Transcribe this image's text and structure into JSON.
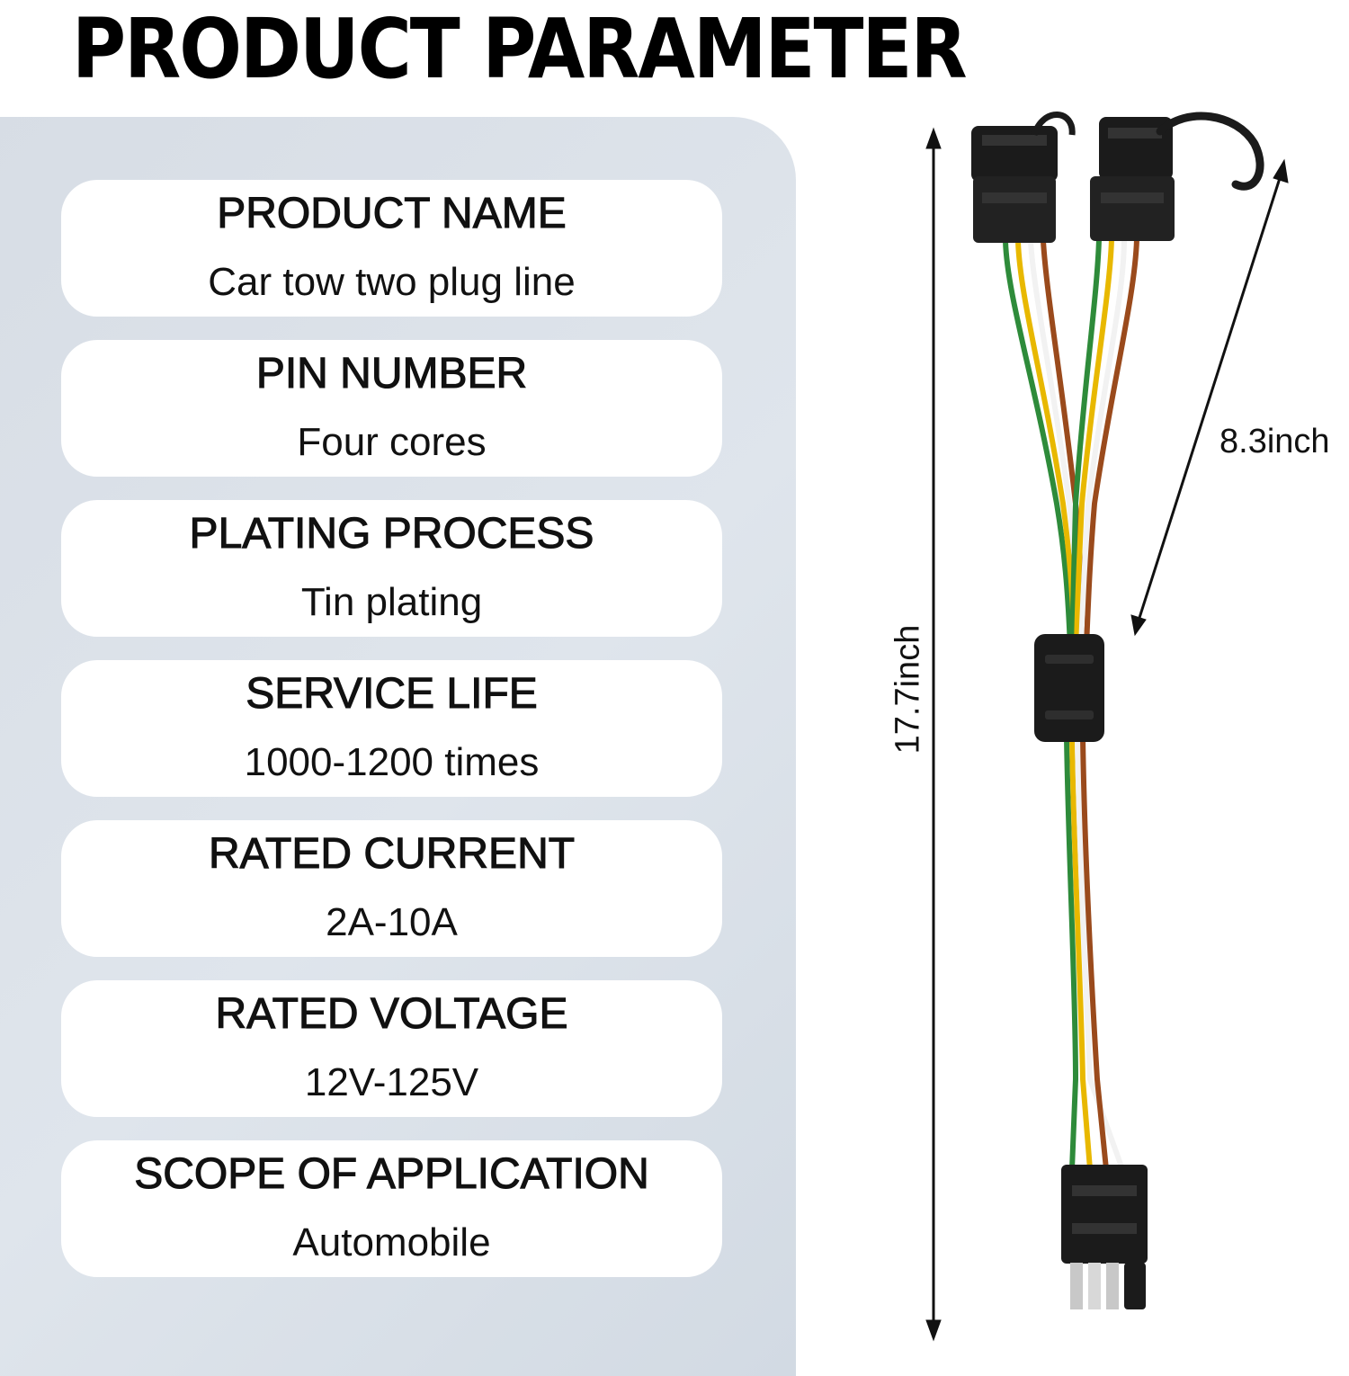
{
  "title": "PRODUCT PARAMETER",
  "specs": [
    {
      "label": "PRODUCT NAME",
      "value": "Car tow two plug line"
    },
    {
      "label": "PIN NUMBER",
      "value": "Four cores"
    },
    {
      "label": "PLATING PROCESS",
      "value": "Tin plating"
    },
    {
      "label": "SERVICE LIFE",
      "value": "1000-1200 times"
    },
    {
      "label": "RATED CURRENT",
      "value": "2A-10A"
    },
    {
      "label": "RATED VOLTAGE",
      "value": "12V-125V"
    },
    {
      "label": "SCOPE OF APPLICATION",
      "value": "Automobile"
    }
  ],
  "dimensions": {
    "height": "17.7inch",
    "width": "8.3inch"
  },
  "colors": {
    "panel": "#dbe1e8",
    "card": "#ffffff",
    "wire_green": "#2e8b3a",
    "wire_yellow": "#e8b800",
    "wire_brown": "#9a4a1c",
    "wire_white": "#f2f2f2",
    "connector": "#1b1b1b"
  }
}
